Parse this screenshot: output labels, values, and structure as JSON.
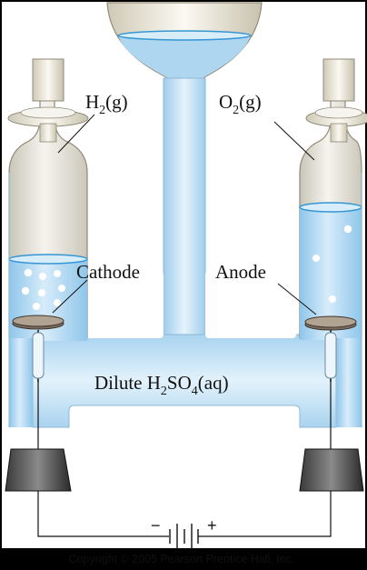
{
  "labels": {
    "h2_main": "H",
    "h2_sub": "2",
    "h2_tail": "(g)",
    "o2_main": "O",
    "o2_sub": "2",
    "o2_tail": "(g)",
    "cathode": "Cathode",
    "anode": "Anode",
    "electrolyte_a": "Dilute H",
    "electrolyte_sub1": "2",
    "electrolyte_b": "SO",
    "electrolyte_sub2": "4",
    "electrolyte_c": "(aq)",
    "minus": "−",
    "plus": "+"
  },
  "copyright": "Copyright © 2005 Pearson Prentice Hall, Inc.",
  "colors": {
    "solution": "#aed6f0",
    "solution_edge": "#2f8fcf",
    "gas": "#e9e6dc",
    "frame": "#000000",
    "panel": "#ffffff"
  }
}
